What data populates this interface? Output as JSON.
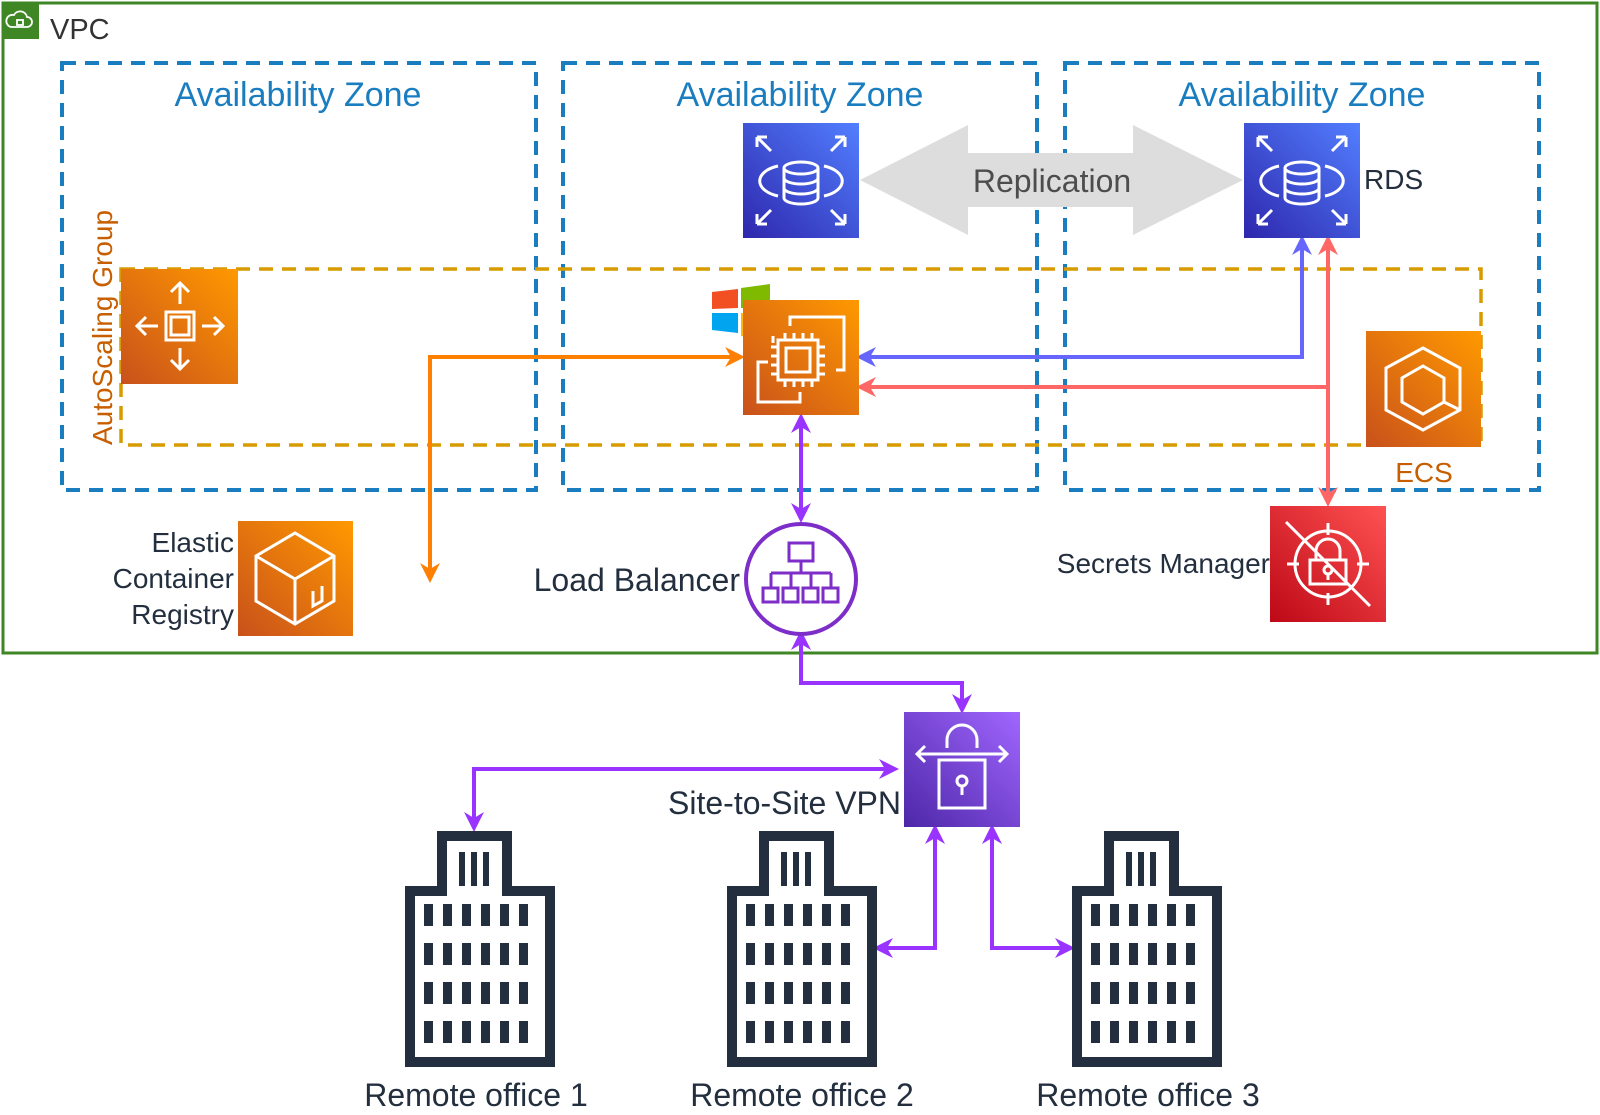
{
  "vpc": {
    "label": "VPC"
  },
  "availability_zones": [
    {
      "title": "Availability Zone"
    },
    {
      "title": "Availability Zone"
    },
    {
      "title": "Availability Zone"
    }
  ],
  "autoscaling": {
    "label": "AutoScaling Group"
  },
  "replication": {
    "label": "Replication"
  },
  "rds": {
    "label": "RDS"
  },
  "ecs": {
    "label": "ECS"
  },
  "ecr": {
    "label_lines": [
      "Elastic",
      "Container",
      "Registry"
    ]
  },
  "load_balancer": {
    "label": "Load Balancer"
  },
  "secrets_manager": {
    "label": "Secrets Manager"
  },
  "vpn": {
    "label": "Site-to-Site VPN"
  },
  "offices": [
    {
      "label": "Remote office 1"
    },
    {
      "label": "Remote office 2"
    },
    {
      "label": "Remote office 3"
    }
  ],
  "colors": {
    "vpc_border": "#3f8624",
    "az_border": "#1a7dbf",
    "asg_border": "#d79b00",
    "compute_orange": "#ed7100",
    "database_blue": "#3b48cc",
    "security_red": "#dd344c",
    "network_purple": "#8c4fff",
    "arrow_orange": "#ff8000",
    "arrow_blue": "#6666ff",
    "arrow_red": "#ff6666",
    "arrow_purple": "#9933ff"
  }
}
